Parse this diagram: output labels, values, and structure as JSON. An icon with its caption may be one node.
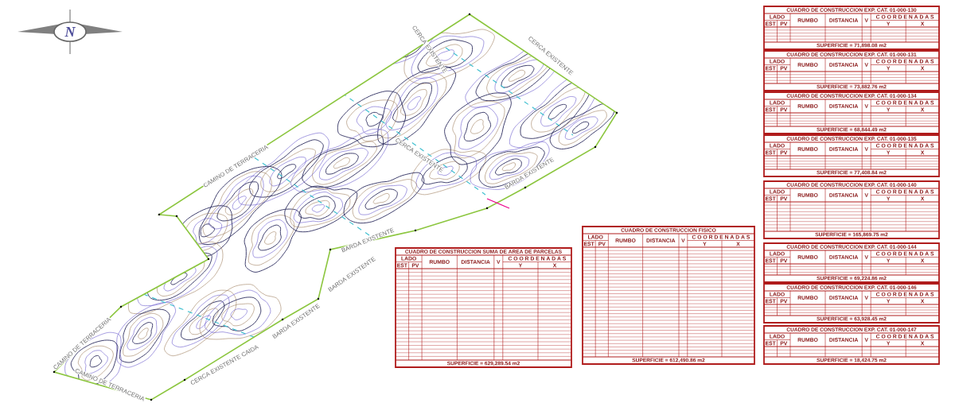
{
  "diagram": {
    "nodes": [
      {
        "text": [
          "CUADRO DE CONSTRUCCION SUMA DE AREA DE PARCELAS",
          "LADO",
          "EST",
          "PV",
          "RUMBO",
          "DISTANCIA",
          "V",
          "C O O R D E N A D A S",
          "Y",
          "X",
          "SUPERFICIE = 629,289.54 m2"
        ]
      },
      {
        "text": [
          "CUADRO DE CONSTRUCCION FISICO",
          "LADO",
          "EST",
          "PV",
          "RUMBO",
          "DISTANCIA",
          "V",
          "C O O R D E N A D A S",
          "Y",
          "X",
          "SUPERFICIE = 612,490.86 m2"
        ]
      },
      {
        "text": [
          "CUADRO DE CONSTRUCCION EXP. CAT. 01-000-130",
          "LADO",
          "EST",
          "PV",
          "RUMBO",
          "DISTANCIA",
          "V",
          "C O O R D E N A D A S",
          "Y",
          "X",
          "SUPERFICIE = 71,898.08 m2"
        ]
      },
      {
        "text": [
          "CUADRO DE CONSTRUCCION EXP. CAT. 01-000-131",
          "LADO",
          "EST",
          "PV",
          "RUMBO",
          "DISTANCIA",
          "V",
          "C O O R D E N A D A S",
          "Y",
          "X",
          "SUPERFICIE = 73,882.76 m2"
        ]
      },
      {
        "text": [
          "CUADRO DE CONSTRUCCION EXP. CAT. 01-000-134",
          "LADO",
          "EST",
          "PV",
          "RUMBO",
          "DISTANCIA",
          "V",
          "C O O R D E N A D A S",
          "Y",
          "X",
          "SUPERFICIE = 68,844.49 m2"
        ]
      },
      {
        "text": [
          "CUADRO DE CONSTRUCCION EXP. CAT. 01-000-135",
          "LADO",
          "EST",
          "PV",
          "RUMBO",
          "DISTANCIA",
          "V",
          "C O O R D E N A D A S",
          "Y",
          "X",
          "SUPERFICIE = 77,408.84 m2"
        ]
      },
      {
        "text": [
          "CUADRO DE CONSTRUCCION EXP. CAT. 01-000-140",
          "LADO",
          "EST",
          "PV",
          "RUMBO",
          "DISTANCIA",
          "V",
          "C O O R D E N A D A S",
          "Y",
          "X",
          "SUPERFICIE = 165,869.75 m2"
        ]
      },
      {
        "text": [
          "CUADRO DE CONSTRUCCION EXP. CAT. 01-000-144",
          "LADO",
          "EST",
          "PV",
          "RUMBO",
          "DISTANCIA",
          "V",
          "C O O R D E N A D A S",
          "Y",
          "X",
          "SUPERFICIE = 69,224.86 m2"
        ]
      },
      {
        "text": [
          "CUADRO DE CONSTRUCCION EXP. CAT. 01-000-146",
          "LADO",
          "EST",
          "PV",
          "RUMBO",
          "DISTANCIA",
          "V",
          "C O O R D E N A D A S",
          "Y",
          "X",
          "SUPERFICIE = 63,928.45 m2"
        ]
      },
      {
        "text": [
          "CUADRO DE CONSTRUCCION EXP. CAT. 01-000-147",
          "LADO",
          "EST",
          "PV",
          "RUMBO",
          "DISTANCIA",
          "V",
          "C O O R D E N A D A S",
          "Y",
          "X",
          "SUPERFICIE = 18,424.75 m2"
        ]
      }
    ],
    "labels": [
      "N",
      "CERCA EXISTENTE",
      "CERCA EXISTENTE",
      "CAMINO DE TERRACERIA",
      "CERCA EXISTENTE",
      "BARDA EXISTENTE",
      "BARDA EXISTENTE",
      "BARDA EXISTENTE",
      "BARDA EXISTENTE",
      "CERCA EXISTENTE CAIDA",
      "CAMINO DE TERRACERIA",
      "CAMINO DE TERRACERIA"
    ]
  }
}
